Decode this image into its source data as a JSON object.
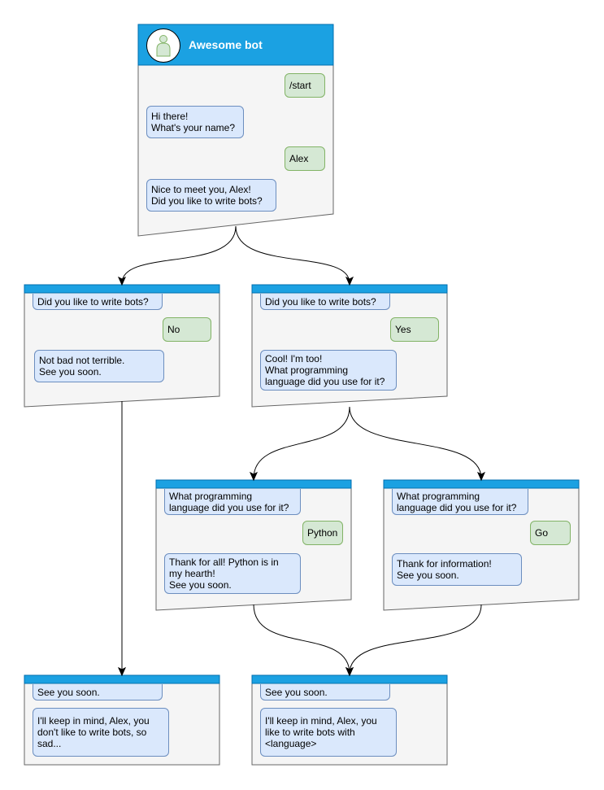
{
  "colors": {
    "header": "#1ba1e2",
    "card": "#f5f5f5",
    "bot_bubble": "#dae8fc",
    "user_bubble": "#d5e8d4"
  },
  "bot_title": "Awesome bot",
  "avatar_icon": "user-icon",
  "cards": [
    {
      "id": "start",
      "messages": [
        {
          "from": "user",
          "text": "/start"
        },
        {
          "from": "bot",
          "text": "Hi there!\nWhat's your name?"
        },
        {
          "from": "user",
          "text": "Alex"
        },
        {
          "from": "bot",
          "text": "Nice to meet you, Alex!\nDid you like to write bots?"
        }
      ]
    },
    {
      "id": "no",
      "messages": [
        {
          "from": "bot",
          "text": "Did you like to write bots?"
        },
        {
          "from": "user",
          "text": "No"
        },
        {
          "from": "bot",
          "text": "Not bad not terrible.\nSee you soon."
        }
      ]
    },
    {
      "id": "yes",
      "messages": [
        {
          "from": "bot",
          "text": "Did you like to write bots?"
        },
        {
          "from": "user",
          "text": "Yes"
        },
        {
          "from": "bot",
          "text": "Cool! I'm too!\nWhat programming\nlanguage did you use for it?"
        }
      ]
    },
    {
      "id": "python",
      "messages": [
        {
          "from": "bot",
          "text": "What programming\nlanguage did you use for it?"
        },
        {
          "from": "user",
          "text": "Python"
        },
        {
          "from": "bot",
          "text": "Thank for all! Python is in\nmy hearth!\nSee you soon."
        }
      ]
    },
    {
      "id": "go",
      "messages": [
        {
          "from": "bot",
          "text": "What programming\nlanguage did you use for it?"
        },
        {
          "from": "user",
          "text": "Go"
        },
        {
          "from": "bot",
          "text": "Thank for information!\nSee you soon."
        }
      ]
    },
    {
      "id": "end-no",
      "messages": [
        {
          "from": "bot",
          "text": "See you soon."
        },
        {
          "from": "bot",
          "text": "I'll keep in mind, Alex, you\ndon't like to write bots, so\nsad..."
        }
      ]
    },
    {
      "id": "end-yes",
      "messages": [
        {
          "from": "bot",
          "text": "See you soon."
        },
        {
          "from": "bot",
          "text": "I'll keep in mind, Alex, you\nlike to write bots with\n<language>"
        }
      ]
    }
  ],
  "edges": [
    [
      "start",
      "no"
    ],
    [
      "start",
      "yes"
    ],
    [
      "no",
      "end-no"
    ],
    [
      "yes",
      "python"
    ],
    [
      "yes",
      "go"
    ],
    [
      "python",
      "end-yes"
    ],
    [
      "go",
      "end-yes"
    ]
  ]
}
